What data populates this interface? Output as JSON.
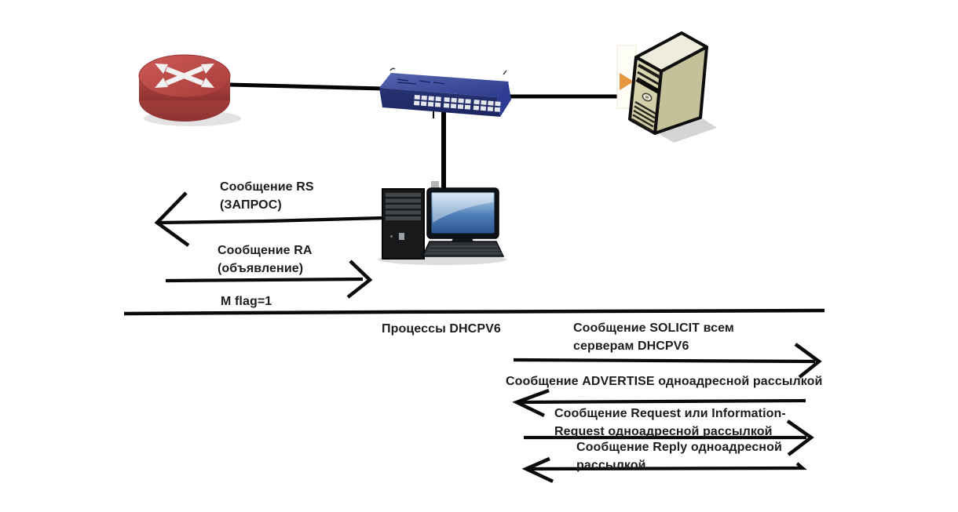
{
  "labels": {
    "rs_line1": "Сообщение RS",
    "rs_line2": "(ЗАПРОС)",
    "ra_line1": "Сообщение RA",
    "ra_line2": "(объявление)",
    "m_flag": "M flag=1",
    "processes": "Процессы DHCPV6",
    "solicit_line1": "Сообщение SOLICIT всем",
    "solicit_line2": "серверам DHCPV6",
    "advertise": "Сообщение ADVERTISE одноадресной рассылкой",
    "request_line1": "Сообщение Request или Information-",
    "request_line2": "Request одноадресной рассылкой",
    "reply_line1": "Сообщение Reply одноадресной",
    "reply_line2": "рассылкой"
  },
  "icons": {
    "router": "router-icon",
    "switch": "switch-icon",
    "server": "server-tower-icon",
    "pc": "desktop-pc-icon"
  },
  "colors": {
    "router_red": "#b24845",
    "switch_blue": "#2f3f93",
    "server_beige": "#d7d3ae",
    "pc_screen_blue": "#3a67a6",
    "line_black": "#0a0a0a",
    "background": "#ffffff"
  }
}
